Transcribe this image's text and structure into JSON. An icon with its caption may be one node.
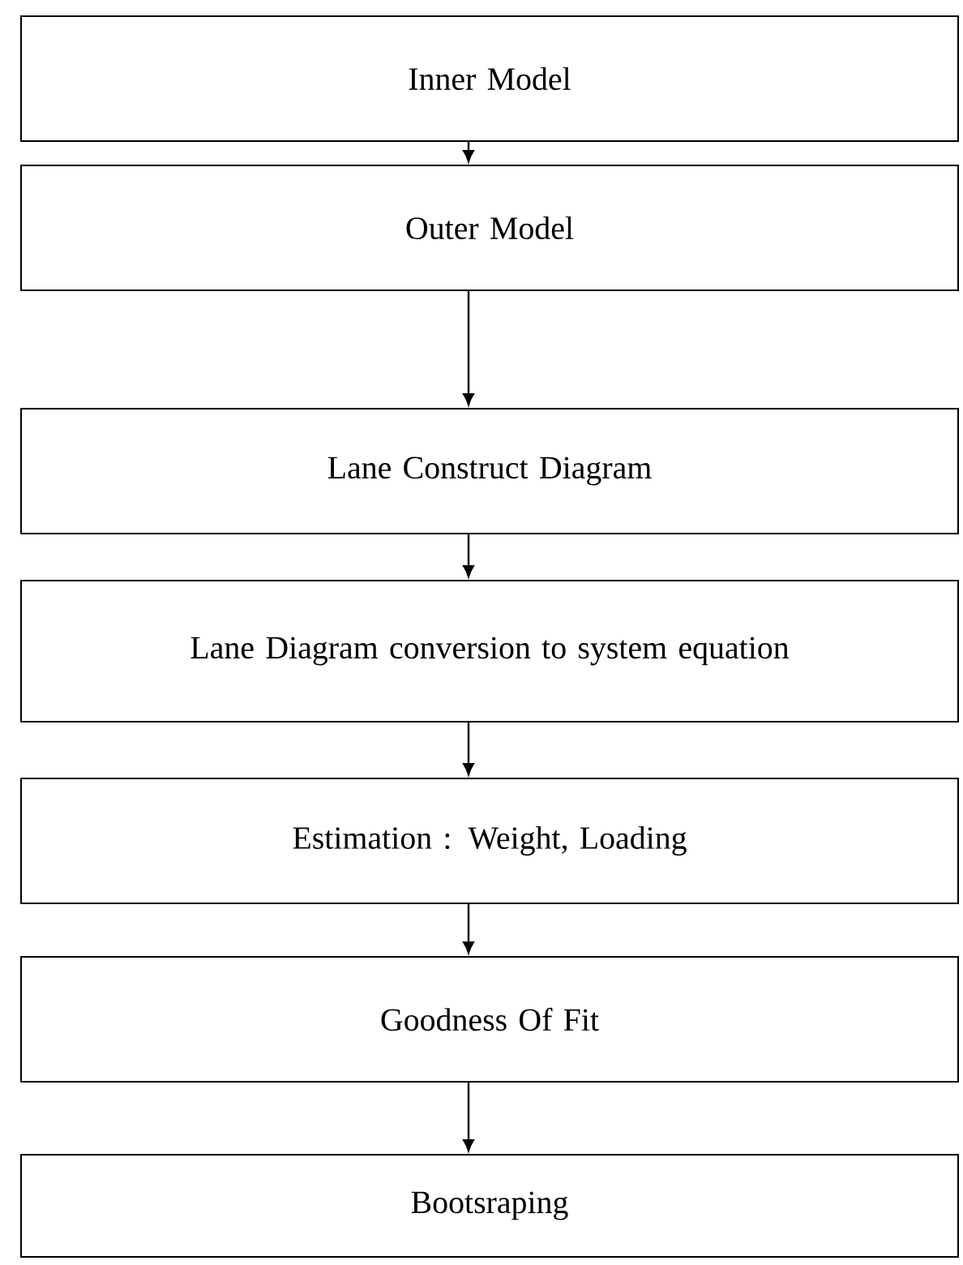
{
  "diagram": {
    "nodes": [
      {
        "text": [
          "Inner Model"
        ]
      },
      {
        "text": [
          "Outer Model"
        ]
      },
      {
        "text": [
          "Lane Construct Diagram"
        ]
      },
      {
        "text": [
          "Lane Diagram conversion to system equation"
        ]
      },
      {
        "text": [
          "Estimation : Weight, Loading"
        ]
      },
      {
        "text": [
          "Goodness Of Fit"
        ]
      },
      {
        "text": [
          "Bootsraping"
        ]
      }
    ],
    "edges": [
      {
        "from": 0,
        "to": 1,
        "arrow": "to"
      },
      {
        "from": 1,
        "to": 2,
        "arrow": "to"
      },
      {
        "from": 2,
        "to": 3,
        "arrow": "to"
      },
      {
        "from": 3,
        "to": 4,
        "arrow": "to"
      },
      {
        "from": 4,
        "to": 5,
        "arrow": "to"
      },
      {
        "from": 5,
        "to": 6,
        "arrow": "to"
      }
    ]
  }
}
